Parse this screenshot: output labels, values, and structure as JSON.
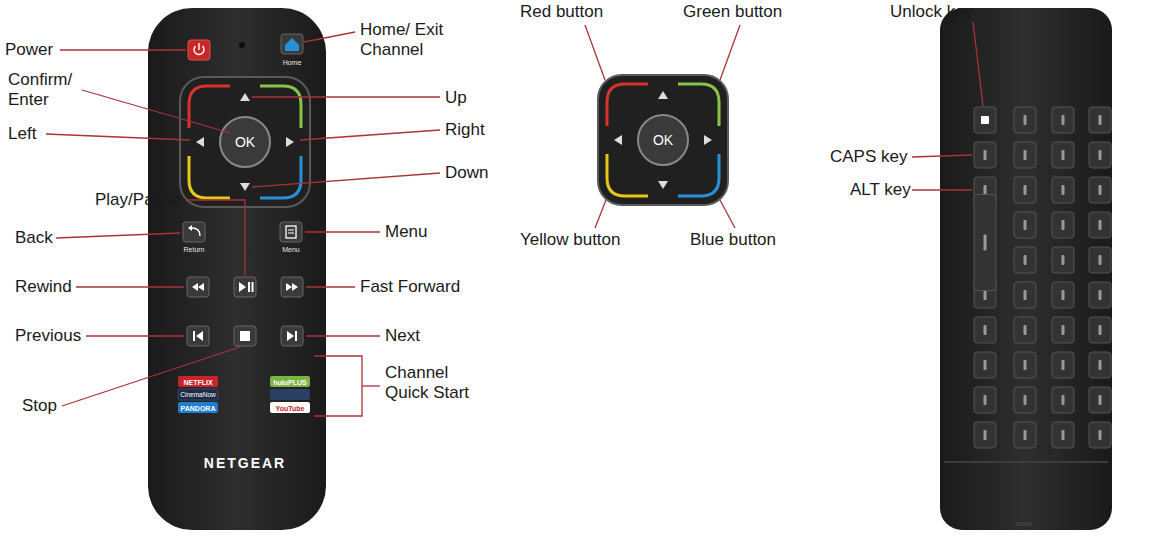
{
  "diagram": {
    "labels": [
      "Power",
      "Home/ Exit Channel",
      "Home",
      "Confirm/ Enter",
      "Up",
      "OK",
      "Left",
      "Right",
      "Down",
      "Play/Pause",
      "Back",
      "Return",
      "Menu",
      "Menu",
      "Rewind",
      "Fast Forward",
      "Previous",
      "Next",
      "Channel Quick Start",
      "NETFLIX",
      "huluPLUS",
      "CinemaNow",
      "PANDORA",
      "YouTube",
      "Stop",
      "NETGEAR",
      "Red button",
      "Green button",
      "OK",
      "Yellow button",
      "Blue button",
      "Unlock key",
      "CAPS key",
      "ALT key"
    ]
  }
}
